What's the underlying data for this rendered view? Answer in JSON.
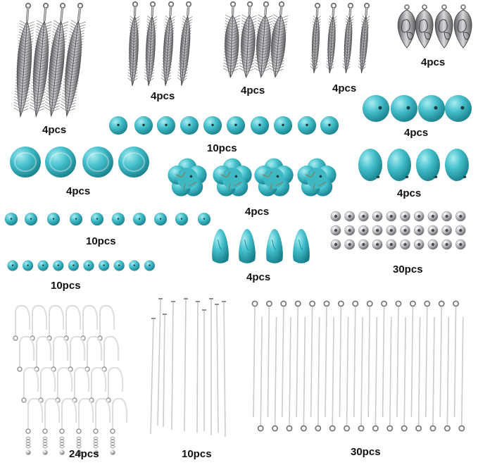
{
  "colors": {
    "turquoise": "#3fb8c4",
    "turquoise_dark": "#1d8f9c",
    "turquoise_light": "#9fe3ea",
    "silver": "#c9cbce",
    "silver_dark": "#6d6f73",
    "antique_silver": "#8c8d8f"
  },
  "groups": [
    {
      "name": "long-feather-charms",
      "label": "4pcs"
    },
    {
      "name": "slim-feather-charms",
      "label": "4pcs"
    },
    {
      "name": "wide-feather-charms",
      "label": "4pcs"
    },
    {
      "name": "small-feather-charms",
      "label": "4pcs"
    },
    {
      "name": "filigree-leaf-charms",
      "label": "4pcs"
    },
    {
      "name": "round-turquoise-beads-10mm",
      "label": "10pcs"
    },
    {
      "name": "large-round-turquoise-beads",
      "label": "4pcs"
    },
    {
      "name": "flat-round-turquoise-beads",
      "label": "4pcs"
    },
    {
      "name": "flower-turquoise-beads",
      "label": "4pcs"
    },
    {
      "name": "oval-turquoise-beads",
      "label": "4pcs"
    },
    {
      "name": "round-turquoise-beads-8mm",
      "label": "10pcs"
    },
    {
      "name": "silver-spacer-beads",
      "label": "30pcs"
    },
    {
      "name": "round-turquoise-beads-6mm",
      "label": "10pcs"
    },
    {
      "name": "teardrop-turquoise-beads",
      "label": "4pcs"
    },
    {
      "name": "earring-hooks",
      "label": "24pcs"
    },
    {
      "name": "head-pins",
      "label": "10pcs"
    },
    {
      "name": "eye-pins",
      "label": "30pcs"
    }
  ]
}
